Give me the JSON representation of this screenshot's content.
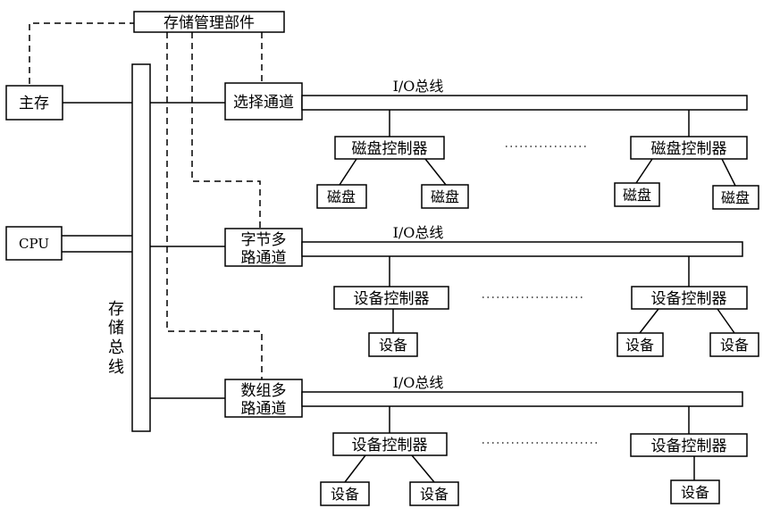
{
  "storage_manager": "存储管理部件",
  "main_memory": "主存",
  "cpu": "CPU",
  "storage_bus_chars": [
    "存",
    "储",
    "总",
    "线"
  ],
  "selector_channel": "选择通道",
  "byte_mux_channel": [
    "字节多",
    "路通道"
  ],
  "block_mux_channel": [
    "数组多",
    "路通道"
  ],
  "io_bus_label": "I/O总线",
  "disk_controller": "磁盘控制器",
  "disk": "磁盘",
  "device_controller": "设备控制器",
  "device": "设备"
}
